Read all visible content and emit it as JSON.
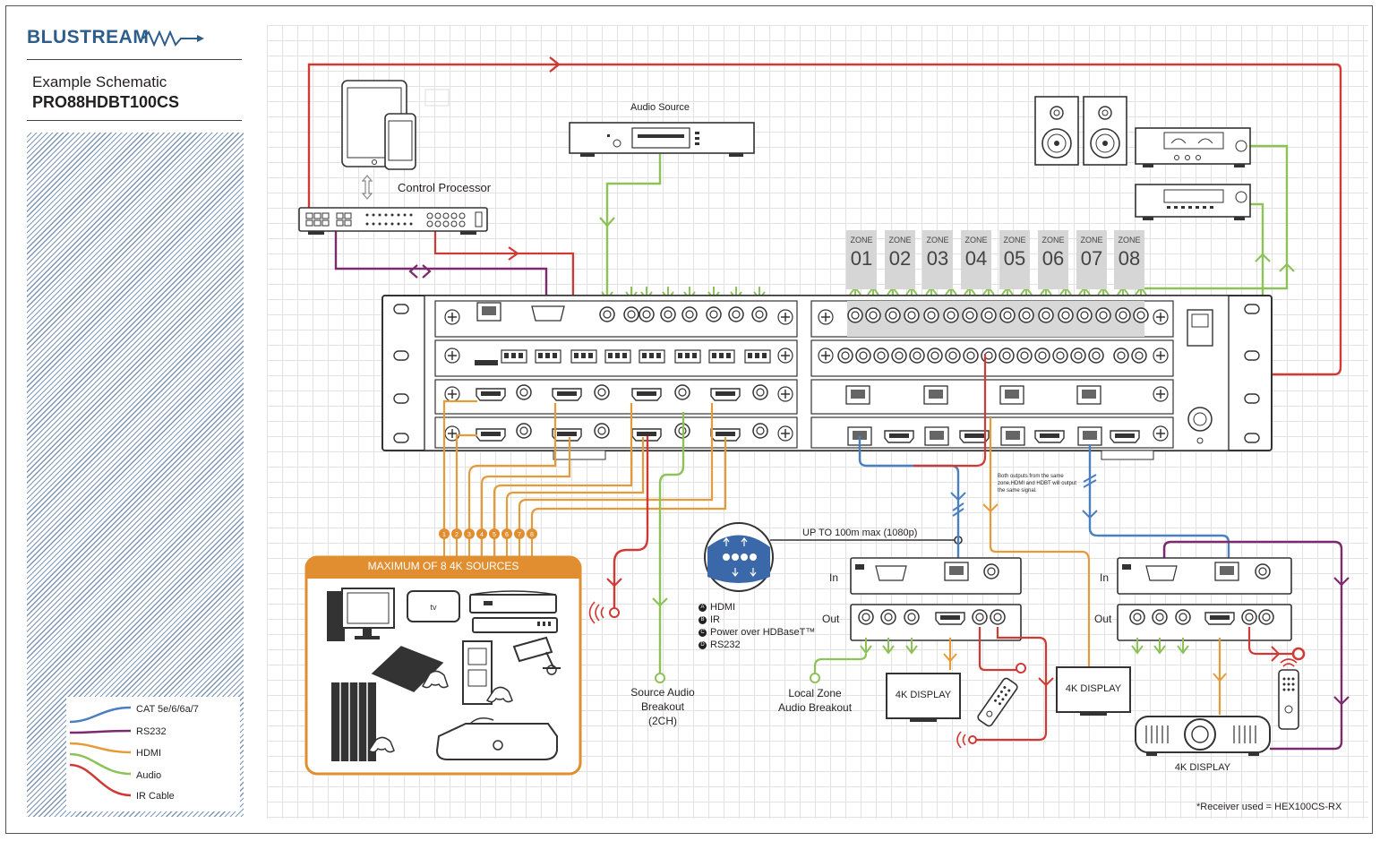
{
  "brand": {
    "logo_text": "BLUSTREAM"
  },
  "sidebar": {
    "title": "Example Schematic",
    "model": "PRO88HDBT100CS"
  },
  "legend": [
    {
      "label": "CAT 5e/6/6a/7",
      "color": "#4a7fc0"
    },
    {
      "label": "RS232",
      "color": "#7c2a6e"
    },
    {
      "label": "HDMI",
      "color": "#e79a3a"
    },
    {
      "label": "Audio",
      "color": "#8dc259"
    },
    {
      "label": "IR Cable",
      "color": "#cf3a35"
    }
  ],
  "labels": {
    "control_processor": "Control Processor",
    "audio_source": "Audio Source",
    "zone_word": "ZONE",
    "zones": [
      "01",
      "02",
      "03",
      "04",
      "05",
      "06",
      "07",
      "08"
    ],
    "max_sources": "MAXIMUM OF 8 4K SOURCES",
    "up_to": "UP TO 100m max (1080p)",
    "breakout_1": "Source Audio",
    "breakout_2": "Breakout",
    "breakout_3": "(2CH)",
    "local_1": "Local Zone",
    "local_2": "Audio Breakout",
    "note": "Both outputs from the same zone,HDMI and HDBT will output the same signal.",
    "display_a": "4K DISPLAY",
    "display_b": "4K DISPLAY",
    "display_c": "4K DISPLAY",
    "rx1_in": "In",
    "rx1_out": "Out",
    "rx2_in": "In",
    "rx2_out": "Out",
    "receiver_note": "*Receiver used = HEX100CS-RX",
    "source_numbers": [
      "1",
      "2",
      "3",
      "4",
      "5",
      "6",
      "7",
      "8"
    ]
  },
  "hdbt_features": [
    {
      "letter": "A",
      "text": "HDMI"
    },
    {
      "letter": "B",
      "text": "IR"
    },
    {
      "letter": "C",
      "text": "Power over HDBaseT™"
    },
    {
      "letter": "D",
      "text": "RS232"
    }
  ],
  "colors": {
    "cat": "#4a7fc0",
    "rs232": "#7c2a6e",
    "hdmi": "#e79a3a",
    "audio": "#8dc259",
    "ir": "#cf3a35",
    "source_box": "#e08e2f",
    "hdbt_badge": "#3a68a8"
  },
  "icons": [
    "tablet-icon",
    "phone-icon",
    "speaker-icon",
    "amplifier-icon",
    "monitor-icon",
    "apple-tv-icon",
    "stb-icon",
    "blu-ray-icon",
    "game-console-icon",
    "cctv-camera-icon",
    "xbox-icon",
    "ps4-icon",
    "media-player-icon",
    "remote-icon",
    "projector-icon",
    "ir-emitter-icon",
    "tv-display-icon"
  ]
}
